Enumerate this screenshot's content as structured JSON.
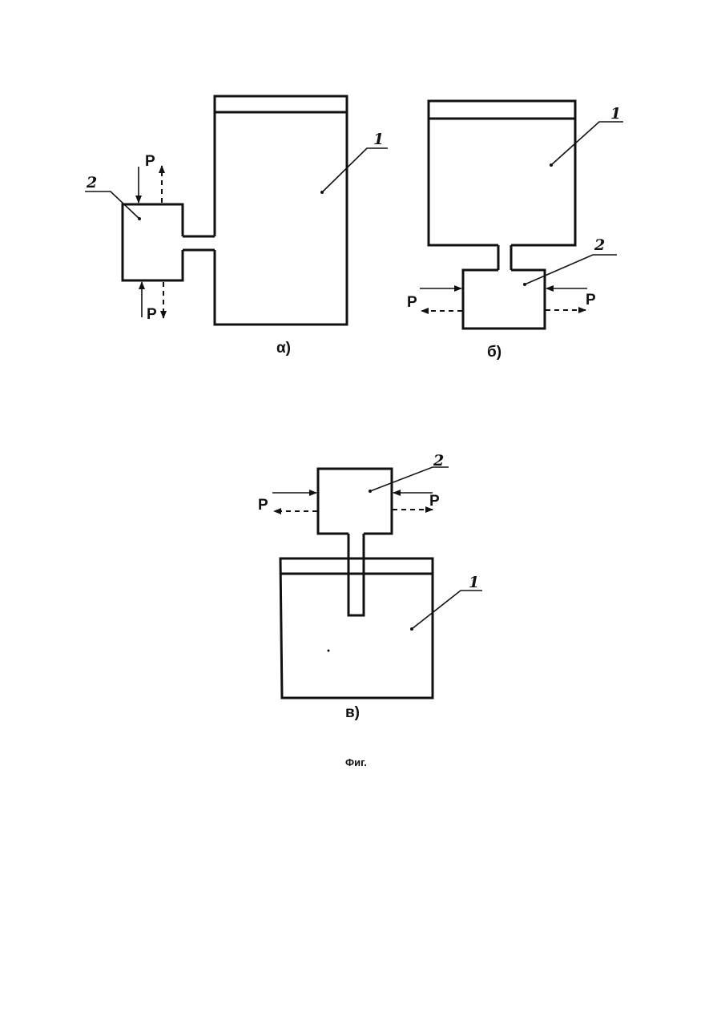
{
  "panel_a": {
    "caption": "α)",
    "vessel_label": "1",
    "chamber_label": "2",
    "force_top": "P",
    "force_bottom": "P"
  },
  "panel_b": {
    "caption": "б)",
    "vessel_label": "1",
    "chamber_label": "2",
    "force_left": "P",
    "force_right": "P"
  },
  "panel_c": {
    "caption": "в)",
    "vessel_label": "1",
    "chamber_label": "2",
    "force_left": "P",
    "force_right": "P"
  },
  "figure_caption": "Фиг."
}
